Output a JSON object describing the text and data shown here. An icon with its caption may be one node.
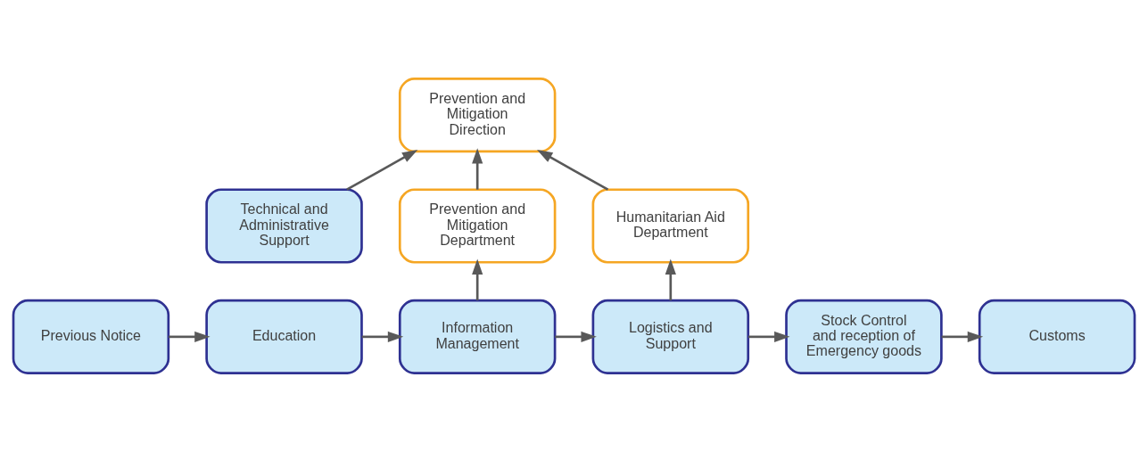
{
  "diagram": {
    "nodes": [
      {
        "text": [
          "Prevention and Mitigation Direction"
        ]
      },
      {
        "text": [
          "Technical and Administrative Support"
        ]
      },
      {
        "text": [
          "Prevention and Mitigation Department"
        ]
      },
      {
        "text": [
          "Humanitarian Aid Department"
        ]
      },
      {
        "text": [
          "Previous Notice"
        ]
      },
      {
        "text": [
          "Education"
        ]
      },
      {
        "text": [
          "Information Management"
        ]
      },
      {
        "text": [
          "Logistics and Support"
        ]
      },
      {
        "text": [
          "Stock Control and reception of Emergency goods"
        ]
      },
      {
        "text": [
          "Customs"
        ]
      }
    ],
    "edges": [
      {
        "from": 1,
        "to": 0,
        "arrow": "to"
      },
      {
        "from": 2,
        "to": 0,
        "arrow": "to"
      },
      {
        "from": 3,
        "to": 0,
        "arrow": "to"
      },
      {
        "from": 6,
        "to": 2,
        "arrow": "to"
      },
      {
        "from": 7,
        "to": 3,
        "arrow": "to"
      },
      {
        "from": 4,
        "to": 5,
        "arrow": "to"
      },
      {
        "from": 5,
        "to": 6,
        "arrow": "to"
      },
      {
        "from": 6,
        "to": 7,
        "arrow": "to"
      },
      {
        "from": 7,
        "to": 8,
        "arrow": "to"
      },
      {
        "from": 8,
        "to": 9,
        "arrow": "to"
      }
    ]
  }
}
